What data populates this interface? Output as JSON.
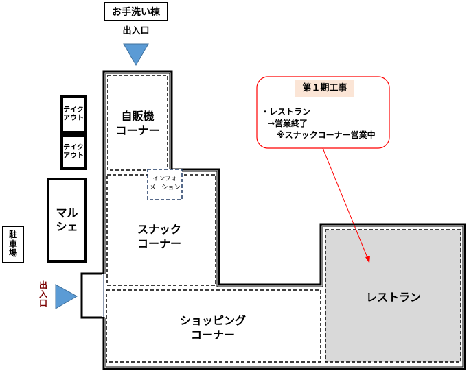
{
  "restroom_building": "お手洗い棟",
  "entrance_top": "出入口",
  "entrance_left": "出入口",
  "parking": "駐車場",
  "takeout_1": "テイク\nアウト",
  "takeout_2": "テイク\nアウト",
  "marche": "マル\nシェ",
  "vending_corner": "自販機\nコーナー",
  "info": "インフォ\nメーション",
  "snack_corner": "スナック\nコーナー",
  "shopping_corner": "ショッピング\nコーナー",
  "restaurant": "レストラン",
  "callout": {
    "title": "第１期工事",
    "line1": "・レストラン",
    "line2": "→営業終了",
    "line3": "※スナックコーナー営業中"
  },
  "colors": {
    "arrow_fill": "#5b9bd5",
    "callout_border": "#ff0000",
    "callout_title_bg": "#fbe5d6",
    "restaurant_fill": "#d9d9d9"
  }
}
